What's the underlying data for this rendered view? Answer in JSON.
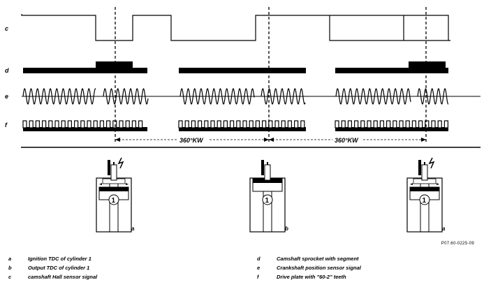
{
  "rows": {
    "c": "c",
    "d": "d",
    "e": "e",
    "f": "f"
  },
  "angle_labels": [
    "360°KW",
    "360°KW"
  ],
  "cylinder_number": "1",
  "positions": [
    "a",
    "b",
    "a"
  ],
  "figure_code": "P07.60-0225-09",
  "legend": [
    {
      "key": "a",
      "text": "Ignition TDC of cylinder 1"
    },
    {
      "key": "b",
      "text": "Output TDC of cylinder 1"
    },
    {
      "key": "c",
      "text": "camshaft Hall sensor signal"
    },
    {
      "key": "d",
      "text": "Camshaft sprocket with segment"
    },
    {
      "key": "e",
      "text": "Crankshaft position sensor signal"
    },
    {
      "key": "f",
      "text": "Drive plate with \"60-2\" teeth"
    }
  ]
}
